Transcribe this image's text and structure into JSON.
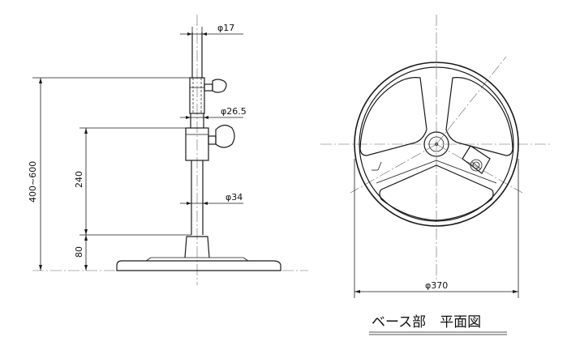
{
  "labels": {
    "d17": "φ17",
    "d26_5": "φ26.5",
    "d34": "φ34",
    "d370": "φ370",
    "h400_600": "400~600",
    "h240": "240",
    "h80": "80"
  },
  "caption": "ベース部　平面図"
}
